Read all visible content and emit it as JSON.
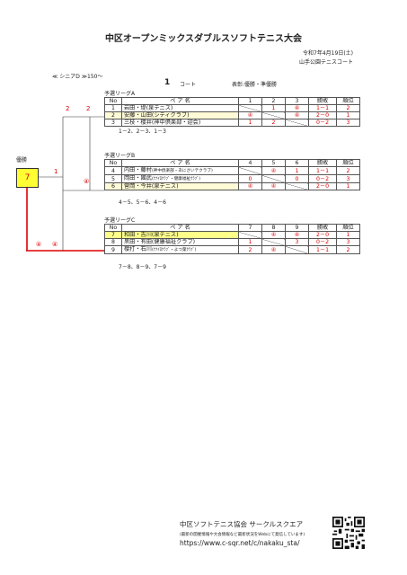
{
  "title": "中区オープンミックスダブルスソフトテニス大会",
  "date": "令和7年4月19日(土)",
  "venue": "山手公園テニスコート",
  "division": "≪ シニアD ≫150～",
  "court_number": "1",
  "court_label": "コート",
  "legend": "表彰:優勝・準優勝",
  "winner_label": "優勝",
  "winner_value": "7",
  "header": {
    "no": "No",
    "pair": "ペ ア 名",
    "wins_losses": "勝敗",
    "rank": "順位"
  },
  "leagues": [
    {
      "title": "予選リーグA",
      "cols": [
        "1",
        "2",
        "3"
      ],
      "rows": [
        {
          "no": "1",
          "pair": "岩田・堤(泉テニス)",
          "results": [
            "",
            "1",
            "④"
          ],
          "wl": "1－1",
          "rank": "2"
        },
        {
          "no": "2",
          "pair": "安藤・山田(シティクラブ)",
          "results": [
            "④",
            "",
            "④"
          ],
          "wl": "2－0",
          "rank": "1"
        },
        {
          "no": "3",
          "pair": "三枝・櫻井(神中倶楽部・迎会)",
          "results": [
            "1",
            "2",
            ""
          ],
          "wl": "0－2",
          "rank": "3"
        }
      ],
      "matches": "1－2、2－3、1－3"
    },
    {
      "title": "予選リーグB",
      "cols": [
        "4",
        "5",
        "6"
      ],
      "rows": [
        {
          "no": "4",
          "pair": "内田・藤村",
          "pair_small": "(神中倶楽部・あにさいテクラブ)",
          "results": [
            "",
            "④",
            "1"
          ],
          "wl": "1－1",
          "rank": "2"
        },
        {
          "no": "5",
          "pair": "岡田・國武",
          "pair_small": "(ﾅﾅｲﾛｸﾗﾌﾞ・健康福祉ｸﾗﾌﾞ)",
          "results": [
            "0",
            "",
            "0"
          ],
          "wl": "0－2",
          "rank": "3"
        },
        {
          "no": "6",
          "pair": "菅岡・今井(泉テニス)",
          "results": [
            "④",
            "④",
            ""
          ],
          "wl": "2－0",
          "rank": "1"
        }
      ],
      "matches": "4－5、5－6、4－6"
    },
    {
      "title": "予選リーグC",
      "cols": [
        "7",
        "8",
        "9"
      ],
      "rows": [
        {
          "no": "7",
          "pair": "和田・吉川(泉テニス)",
          "results": [
            "",
            "④",
            "④"
          ],
          "wl": "2－0",
          "rank": "1"
        },
        {
          "no": "8",
          "pair": "黒田・有田(健康福祉クラブ)",
          "results": [
            "1",
            "",
            "3"
          ],
          "wl": "0－2",
          "rank": "3"
        },
        {
          "no": "9",
          "pair": "櫻打・石川",
          "pair_small": "(ﾅﾅｲﾛｸﾗﾌﾞ・よつ葉ｸﾗﾌﾞ)",
          "results": [
            "2",
            "④",
            ""
          ],
          "wl": "1－1",
          "rank": "2"
        }
      ],
      "matches": "7－8、8－9、7－9"
    }
  ],
  "bracket": {
    "a_left": "2",
    "a_right": "2",
    "b_left": "1",
    "b_right": "④",
    "c_left": "④",
    "c_right": "④"
  },
  "footer": {
    "org": "中区ソフトテニス協会 サークルスクエア",
    "note": "(最新の開催情報や大会情報など最新状況をWebにて発信しています)",
    "url": "https://www.c-sqr.net/c/nakaku_sta/"
  },
  "colors": {
    "highlight": "#ffff8a",
    "winner_fill": "#ffff33",
    "bracket_line": "#dd0000",
    "score": "#dd0000"
  }
}
